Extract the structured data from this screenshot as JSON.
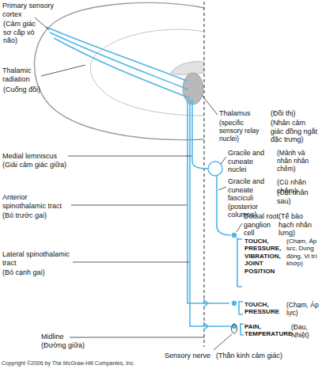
{
  "diagram": {
    "labels": [
      "Primary sensory cortex",
      "(Cảm giác sơ cấp vỏ não)",
      "Thalamic radiation",
      "(Cuống đồi)",
      "Thalamus",
      "(specific sensory relay nuclei)",
      "(Đồi thị)",
      "(Nhân cảm giác đồng ngắt đặc trưng)",
      "Medial lemniscus",
      "(Giải cảm giác giữa)",
      "Gracile and cuneate nuclei",
      "(Mảnh và nhân nhân chêm)",
      "Gracile and cuneate fasciculi (posterior columns)",
      "(Củ nhân chêm)",
      "(Cột nhân sau)",
      "Anterior spinothalamic tract",
      "(Bó trước gai)",
      "Dorsal root ganglion cell",
      "(Tế bào hạch nhân lưng)",
      "TOUCH, PRESSURE, VIBRATION, JOINT POSITION",
      "(Chạm, Áp lực, Dung động, Vị trí khớp)",
      "Lateral spinothalamic tract",
      "(Bó cạnh gai)",
      "TOUCH, PRESSURE",
      "(Chạm, Áp lực)",
      "PAIN, TEMPERATURE",
      "(Đau, Nhiệt)",
      "Midline",
      "(Đường giữa)",
      "Sensory nerve",
      "(Thần kinh cảm giác)",
      "Copyright ©2006 by The McGraw-Hill Companies, Inc."
    ]
  }
}
